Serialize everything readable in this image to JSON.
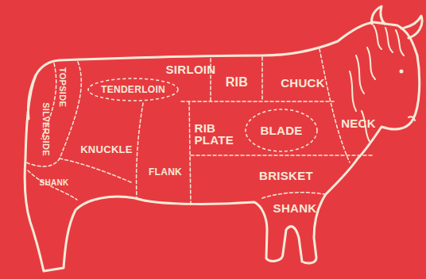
{
  "diagram": {
    "nodes": [
      {
        "text": [
          "TENDERLOIN"
        ]
      },
      {
        "text": [
          "BLADE"
        ]
      }
    ],
    "labels": [
      "SIRLOIN",
      "RIB",
      "CHUCK",
      "TOPSIDE",
      "SILVERSIDE",
      "RIB PLATE",
      "NECK",
      "KNUCKLE",
      "FLANK",
      "BRISKET",
      "SHANK",
      "SHANK"
    ]
  }
}
